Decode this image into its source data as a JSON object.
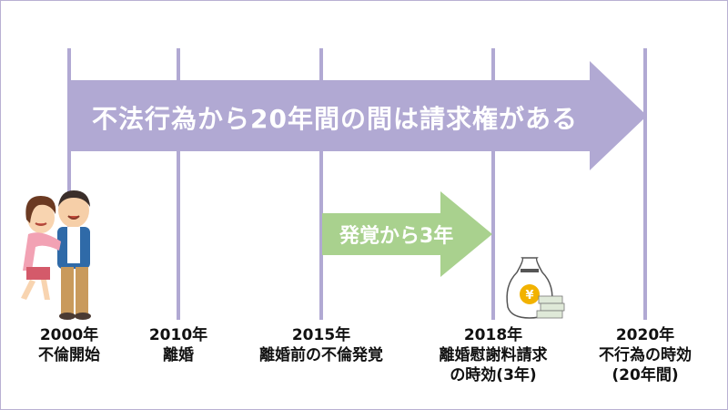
{
  "banner_long": "不法行為から20年間の間は請求権がある",
  "banner_short": "発覚から3年",
  "milestones": [
    {
      "year": "2000年",
      "desc1": "不倫開始",
      "desc2": ""
    },
    {
      "year": "2010年",
      "desc1": "離婚",
      "desc2": ""
    },
    {
      "year": "2015年",
      "desc1": "離婚前の不倫発覚",
      "desc2": ""
    },
    {
      "year": "2018年",
      "desc1": "離婚慰謝料請求",
      "desc2": "の時効(3年)"
    },
    {
      "year": "2020年",
      "desc1": "不行為の時効",
      "desc2": "(20年間)"
    }
  ],
  "colors": {
    "long_arrow": "#b1a9d3",
    "short_arrow": "#a9d18e",
    "timeline": "#b1a9d3"
  },
  "illustrations": [
    "couple-illustration",
    "money-bag-illustration"
  ]
}
